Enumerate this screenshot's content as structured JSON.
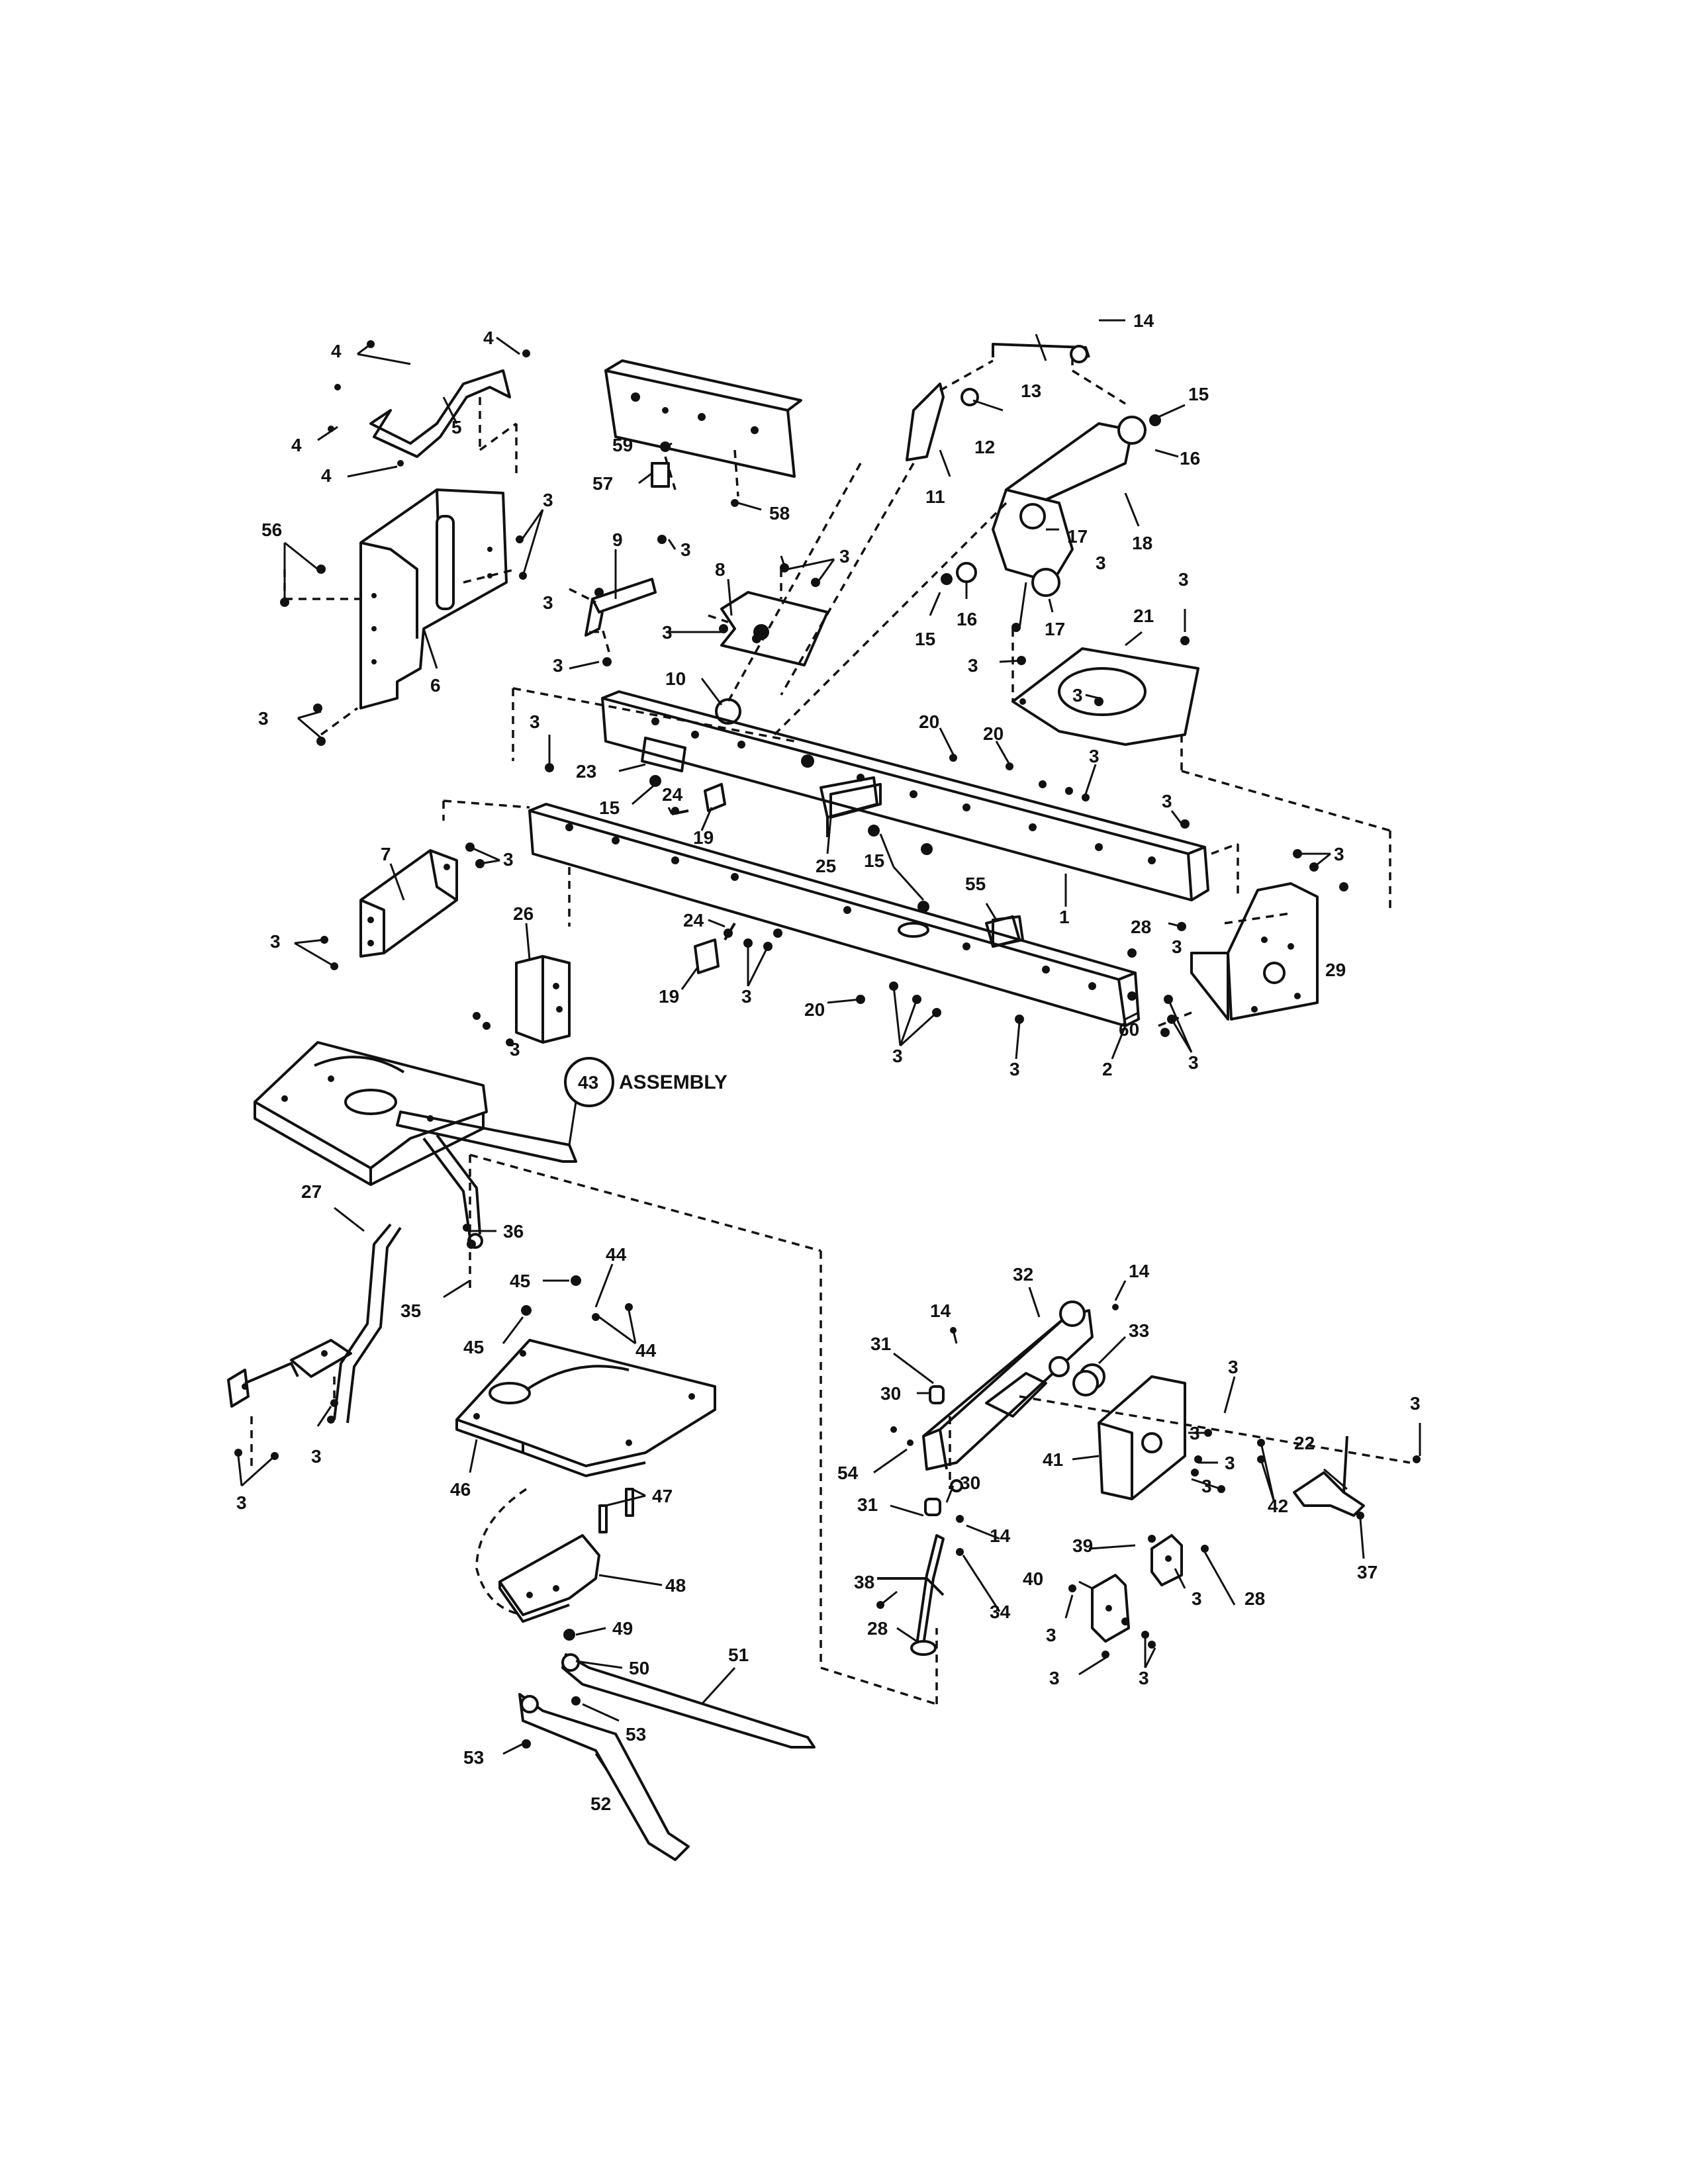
{
  "diagram": {
    "assembly_label": "ASSEMBLY",
    "assembly_number": "43",
    "callouts": [
      {
        "text": "14"
      },
      {
        "text": "13"
      },
      {
        "text": "15"
      },
      {
        "text": "12"
      },
      {
        "text": "16"
      },
      {
        "text": "11"
      },
      {
        "text": "17"
      },
      {
        "text": "18"
      },
      {
        "text": "16"
      },
      {
        "text": "17"
      },
      {
        "text": "15"
      },
      {
        "text": "3"
      },
      {
        "text": "3"
      },
      {
        "text": "21"
      },
      {
        "text": "3"
      },
      {
        "text": "3"
      },
      {
        "text": "4"
      },
      {
        "text": "4"
      },
      {
        "text": "5"
      },
      {
        "text": "4"
      },
      {
        "text": "4"
      },
      {
        "text": "59"
      },
      {
        "text": "57"
      },
      {
        "text": "58"
      },
      {
        "text": "3"
      },
      {
        "text": "56"
      },
      {
        "text": "3"
      },
      {
        "text": "6"
      },
      {
        "text": "9"
      },
      {
        "text": "3"
      },
      {
        "text": "8"
      },
      {
        "text": "3"
      },
      {
        "text": "3"
      },
      {
        "text": "3"
      },
      {
        "text": "3"
      },
      {
        "text": "10"
      },
      {
        "text": "3"
      },
      {
        "text": "20"
      },
      {
        "text": "20"
      },
      {
        "text": "3"
      },
      {
        "text": "23"
      },
      {
        "text": "15"
      },
      {
        "text": "24"
      },
      {
        "text": "19"
      },
      {
        "text": "25"
      },
      {
        "text": "15"
      },
      {
        "text": "1"
      },
      {
        "text": "3"
      },
      {
        "text": "3"
      },
      {
        "text": "7"
      },
      {
        "text": "3"
      },
      {
        "text": "3"
      },
      {
        "text": "26"
      },
      {
        "text": "55"
      },
      {
        "text": "28"
      },
      {
        "text": "29"
      },
      {
        "text": "24"
      },
      {
        "text": "19"
      },
      {
        "text": "3"
      },
      {
        "text": "20"
      },
      {
        "text": "3"
      },
      {
        "text": "3"
      },
      {
        "text": "3"
      },
      {
        "text": "60"
      },
      {
        "text": "3"
      },
      {
        "text": "3"
      },
      {
        "text": "2"
      },
      {
        "text": "27"
      },
      {
        "text": "36"
      },
      {
        "text": "35"
      },
      {
        "text": "45"
      },
      {
        "text": "44"
      },
      {
        "text": "45"
      },
      {
        "text": "44"
      },
      {
        "text": "3"
      },
      {
        "text": "3"
      },
      {
        "text": "46"
      },
      {
        "text": "47"
      },
      {
        "text": "48"
      },
      {
        "text": "49"
      },
      {
        "text": "50"
      },
      {
        "text": "51"
      },
      {
        "text": "53"
      },
      {
        "text": "53"
      },
      {
        "text": "52"
      },
      {
        "text": "32"
      },
      {
        "text": "14"
      },
      {
        "text": "14"
      },
      {
        "text": "33"
      },
      {
        "text": "31"
      },
      {
        "text": "30"
      },
      {
        "text": "54"
      },
      {
        "text": "30"
      },
      {
        "text": "31"
      },
      {
        "text": "41"
      },
      {
        "text": "3"
      },
      {
        "text": "3"
      },
      {
        "text": "3"
      },
      {
        "text": "42"
      },
      {
        "text": "22"
      },
      {
        "text": "3"
      },
      {
        "text": "3"
      },
      {
        "text": "37"
      },
      {
        "text": "14"
      },
      {
        "text": "38"
      },
      {
        "text": "34"
      },
      {
        "text": "28"
      },
      {
        "text": "39"
      },
      {
        "text": "40"
      },
      {
        "text": "3"
      },
      {
        "text": "28"
      },
      {
        "text": "3"
      },
      {
        "text": "3"
      },
      {
        "text": "3"
      }
    ]
  }
}
